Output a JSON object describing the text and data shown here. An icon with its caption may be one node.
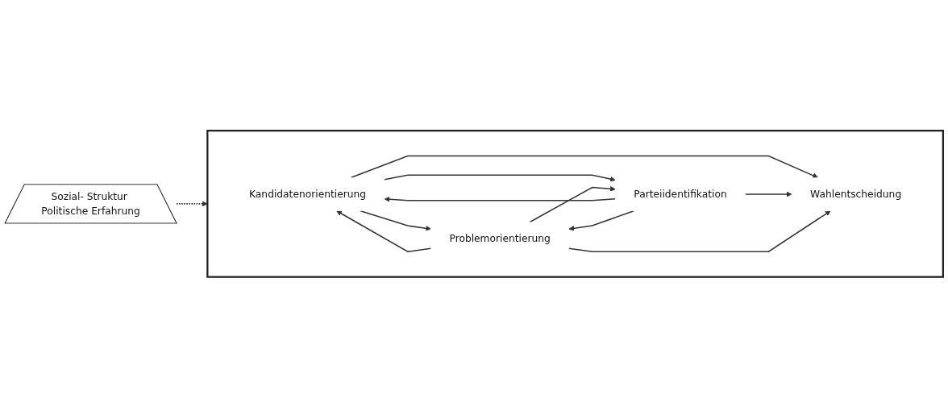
{
  "diagram": {
    "nodes": [
      {
        "text": [
          "Sozial- Struktur Politische Erfahrung"
        ]
      },
      {
        "text": [],
        "shape": "box"
      },
      {
        "text": [
          "Kandidatenorientierung"
        ],
        "in": 1
      },
      {
        "text": [
          "Parteiidentifikation"
        ],
        "in": 1
      },
      {
        "text": [
          "Problemorientierung"
        ],
        "in": 1
      },
      {
        "text": [
          "Wahlentscheidung"
        ],
        "in": 1
      }
    ],
    "edges": [
      {
        "from": 0,
        "to": 1,
        "arrow": "to",
        "style": "dashed"
      },
      {
        "from": 4,
        "to": 2,
        "arrow": "to"
      },
      {
        "from": 2,
        "to": 4,
        "arrow": "to"
      },
      {
        "from": 3,
        "to": 2,
        "arrow": "to"
      },
      {
        "from": 2,
        "to": 3,
        "arrow": "to"
      },
      {
        "from": 3,
        "to": 4,
        "arrow": "to"
      },
      {
        "from": 4,
        "to": 3,
        "arrow": "to"
      },
      {
        "from": 2,
        "to": 5,
        "arrow": "to"
      },
      {
        "from": 3,
        "to": 5,
        "arrow": "to"
      },
      {
        "from": 4,
        "to": 5,
        "arrow": "to"
      }
    ]
  }
}
